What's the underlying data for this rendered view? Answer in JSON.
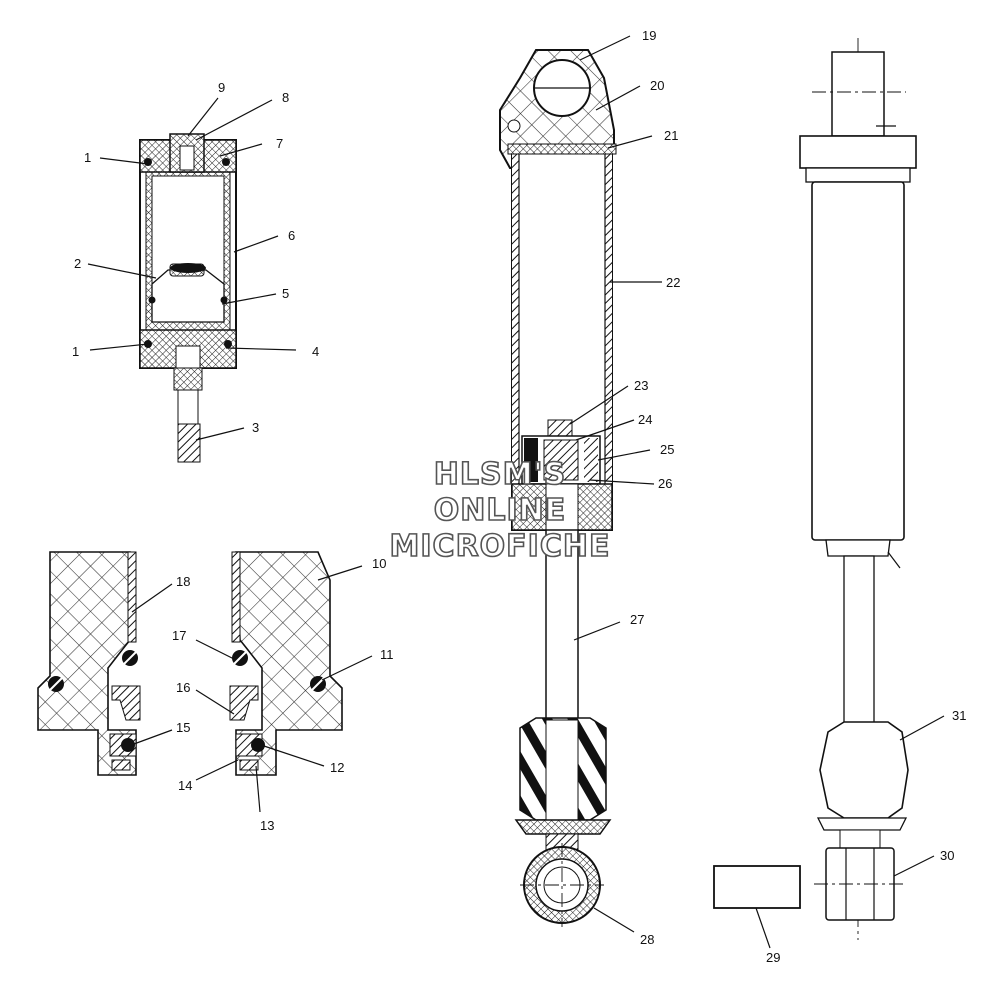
{
  "watermark": {
    "line1": "HLSM'S",
    "line2": "ONLINE",
    "line3": "MICROFICHE"
  },
  "callouts": [
    "1",
    "2",
    "3",
    "4",
    "5",
    "6",
    "7",
    "8",
    "9",
    "1",
    "10",
    "11",
    "12",
    "13",
    "14",
    "15",
    "16",
    "17",
    "18",
    "19",
    "20",
    "21",
    "22",
    "23",
    "24",
    "25",
    "26",
    "27",
    "28",
    "29",
    "30",
    "31"
  ],
  "colors": {
    "ink": "#111111",
    "watermark_stroke": "#555555",
    "background": "#ffffff"
  }
}
